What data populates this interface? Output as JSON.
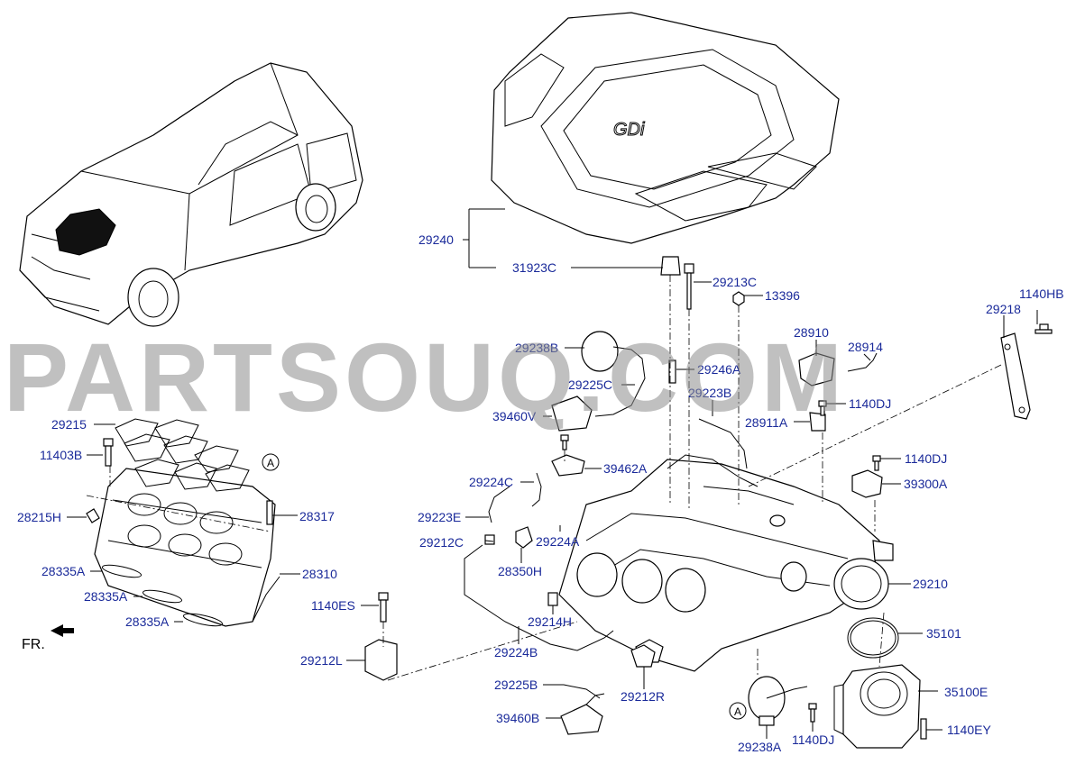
{
  "watermark": "PARTSOUQ.COM",
  "orientation_label": "FR.",
  "view_marker": "A",
  "labels": [
    {
      "id": "29240",
      "text": "29240"
    },
    {
      "id": "31923C",
      "text": "31923C"
    },
    {
      "id": "29213C",
      "text": "29213C"
    },
    {
      "id": "13396",
      "text": "13396"
    },
    {
      "id": "1140HB",
      "text": "1140HB"
    },
    {
      "id": "29218",
      "text": "29218"
    },
    {
      "id": "29238B",
      "text": "29238B"
    },
    {
      "id": "28910",
      "text": "28910"
    },
    {
      "id": "28914",
      "text": "28914"
    },
    {
      "id": "29246A",
      "text": "29246A"
    },
    {
      "id": "29225C",
      "text": "29225C"
    },
    {
      "id": "29223B",
      "text": "29223B"
    },
    {
      "id": "1140DJ_a",
      "text": "1140DJ"
    },
    {
      "id": "39460V",
      "text": "39460V"
    },
    {
      "id": "28911A",
      "text": "28911A"
    },
    {
      "id": "29215",
      "text": "29215"
    },
    {
      "id": "11403B",
      "text": "11403B"
    },
    {
      "id": "39462A",
      "text": "39462A"
    },
    {
      "id": "1140DJ_b",
      "text": "1140DJ"
    },
    {
      "id": "29224C",
      "text": "29224C"
    },
    {
      "id": "39300A",
      "text": "39300A"
    },
    {
      "id": "28215H",
      "text": "28215H"
    },
    {
      "id": "28317",
      "text": "28317"
    },
    {
      "id": "29223E",
      "text": "29223E"
    },
    {
      "id": "29212C",
      "text": "29212C"
    },
    {
      "id": "29224A",
      "text": "29224A"
    },
    {
      "id": "28335A_1",
      "text": "28335A"
    },
    {
      "id": "28310",
      "text": "28310"
    },
    {
      "id": "28350H",
      "text": "28350H"
    },
    {
      "id": "29210",
      "text": "29210"
    },
    {
      "id": "28335A_2",
      "text": "28335A"
    },
    {
      "id": "1140ES",
      "text": "1140ES"
    },
    {
      "id": "29214H",
      "text": "29214H"
    },
    {
      "id": "28335A_3",
      "text": "28335A"
    },
    {
      "id": "35101",
      "text": "35101"
    },
    {
      "id": "29224B",
      "text": "29224B"
    },
    {
      "id": "29212L",
      "text": "29212L"
    },
    {
      "id": "29225B",
      "text": "29225B"
    },
    {
      "id": "29212R",
      "text": "29212R"
    },
    {
      "id": "35100E",
      "text": "35100E"
    },
    {
      "id": "39460B",
      "text": "39460B"
    },
    {
      "id": "1140EY",
      "text": "1140EY"
    },
    {
      "id": "29238A",
      "text": "29238A"
    },
    {
      "id": "1140DJ_c",
      "text": "1140DJ"
    }
  ]
}
